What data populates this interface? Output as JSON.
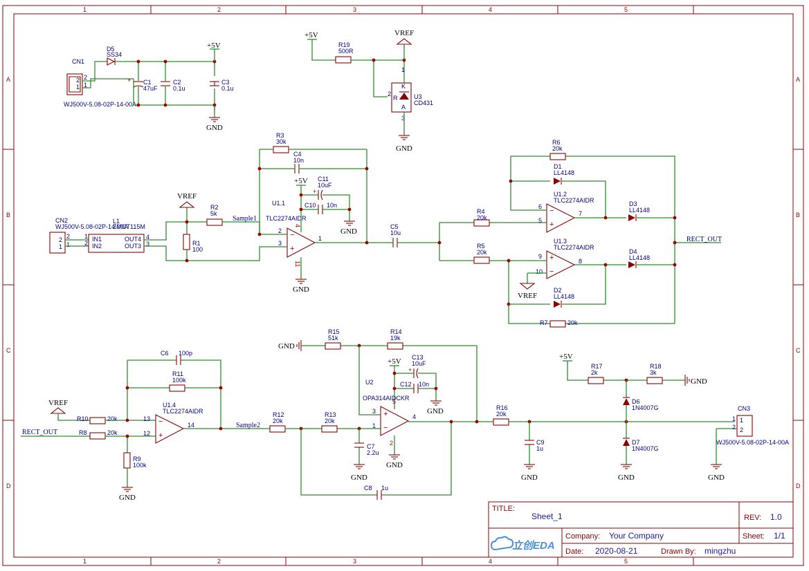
{
  "frame": {
    "columns": [
      "1",
      "2",
      "3",
      "4",
      "5"
    ],
    "rows": [
      "A",
      "B",
      "C",
      "D"
    ]
  },
  "power": {
    "p5v": "+5V",
    "vref": "VREF",
    "gnd": "GND"
  },
  "nets": {
    "sample1": "Sample1",
    "sample2": "Sample2",
    "rect_out": "RECT_OUT"
  },
  "parts": {
    "cn1": {
      "ref": "CN1",
      "value": "WJ500V-5.08-02P-14-00A"
    },
    "d5": {
      "ref": "D5",
      "value": "SS34"
    },
    "c1": {
      "ref": "C1",
      "value": "47uF"
    },
    "c2": {
      "ref": "C2",
      "value": "0.1u"
    },
    "c3": {
      "ref": "C3",
      "value": "0.1u"
    },
    "r19": {
      "ref": "R19",
      "value": "500R"
    },
    "u3": {
      "ref": "U3",
      "value": "CD431"
    },
    "cn2": {
      "ref": "CN2",
      "value": "WJ500V-5.08-02P-14-00A"
    },
    "l1": {
      "ref": "L1",
      "value": "ZMCT115M"
    },
    "r1": {
      "ref": "R1",
      "value": "100"
    },
    "r2": {
      "ref": "R2",
      "value": "5k"
    },
    "r3": {
      "ref": "R3",
      "value": "30k"
    },
    "c4": {
      "ref": "C4",
      "value": "10n"
    },
    "c11": {
      "ref": "C11",
      "value": "10uF"
    },
    "c10": {
      "ref": "C10",
      "value": "10n"
    },
    "u1_1": {
      "ref": "U1.1",
      "value": "TLC2274AIDR"
    },
    "c5": {
      "ref": "C5",
      "value": "10u"
    },
    "r4": {
      "ref": "R4",
      "value": "20k"
    },
    "r5": {
      "ref": "R5",
      "value": "20k"
    },
    "r6": {
      "ref": "R6",
      "value": "20k"
    },
    "r7": {
      "ref": "R7",
      "value": "20k"
    },
    "d1": {
      "ref": "D1",
      "value": "LL4148"
    },
    "d2": {
      "ref": "D2",
      "value": "LL4148"
    },
    "d3": {
      "ref": "D3",
      "value": "LL4148"
    },
    "d4": {
      "ref": "D4",
      "value": "LL4148"
    },
    "u1_2": {
      "ref": "U1.2",
      "value": "TLC2274AIDR"
    },
    "u1_3": {
      "ref": "U1.3",
      "value": "TLC2274AIDR"
    },
    "c6": {
      "ref": "C6",
      "value": "100p"
    },
    "r11": {
      "ref": "R11",
      "value": "100k"
    },
    "u1_4": {
      "ref": "U1.4",
      "value": "TLC2274AIDR"
    },
    "r10": {
      "ref": "R10",
      "value": "20k"
    },
    "r8": {
      "ref": "R8",
      "value": "20k"
    },
    "r9": {
      "ref": "R9",
      "value": "100k"
    },
    "r12": {
      "ref": "R12",
      "value": "20k"
    },
    "r13": {
      "ref": "R13",
      "value": "20k"
    },
    "r15": {
      "ref": "R15",
      "value": "51k"
    },
    "r14": {
      "ref": "R14",
      "value": "19k"
    },
    "c13": {
      "ref": "C13",
      "value": "10uF"
    },
    "c12": {
      "ref": "C12",
      "value": "10n"
    },
    "u2": {
      "ref": "U2",
      "value": "OPA314AIDCKR"
    },
    "c7": {
      "ref": "C7",
      "value": "2.2u"
    },
    "c8": {
      "ref": "C8",
      "value": "1u"
    },
    "r16": {
      "ref": "R16",
      "value": "20k"
    },
    "c9": {
      "ref": "C9",
      "value": "1u"
    },
    "r17": {
      "ref": "R17",
      "value": "2k"
    },
    "r18": {
      "ref": "R18",
      "value": "3k"
    },
    "d6": {
      "ref": "D6",
      "value": "1N4007G"
    },
    "d7": {
      "ref": "D7",
      "value": "1N4007G"
    },
    "cn3": {
      "ref": "CN3",
      "value": "WJ500V-5.08-02P-14-00A"
    }
  },
  "title_block": {
    "title_label": "TITLE:",
    "title": "Sheet_1",
    "rev_label": "REV:",
    "rev": "1.0",
    "company_label": "Company:",
    "company": "Your Company",
    "sheet_label": "Sheet:",
    "sheet": "1/1",
    "date_label": "Date:",
    "date": "2020-08-21",
    "drawn_label": "Drawn By:",
    "drawn": "mingzhu",
    "logo": "立创EDA"
  }
}
